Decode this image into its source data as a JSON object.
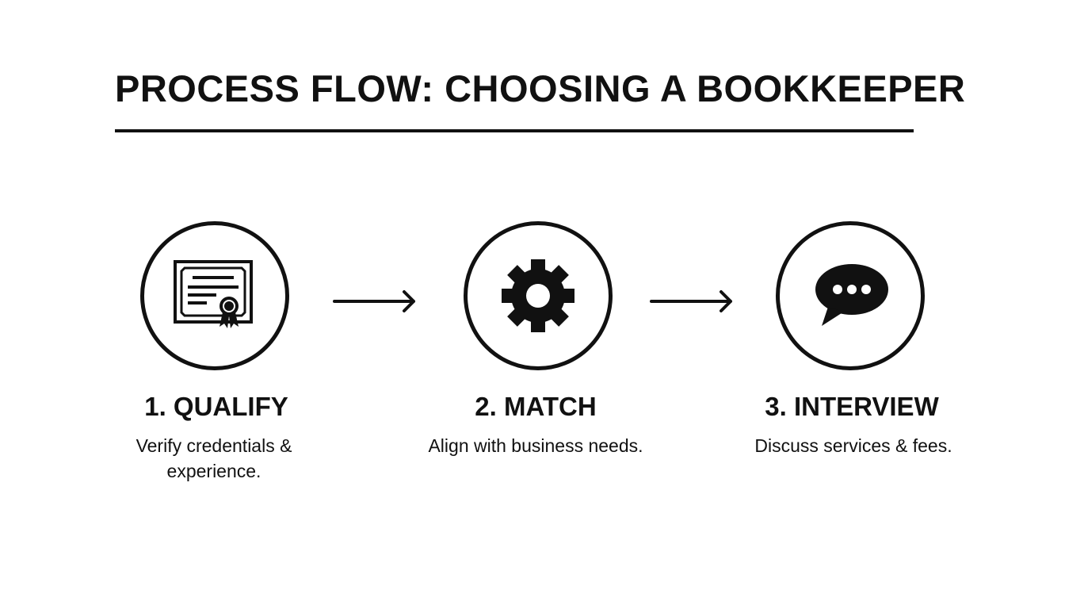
{
  "title": "PROCESS FLOW: CHOOSING A BOOKKEEPER",
  "steps": [
    {
      "title": "1. QUALIFY",
      "description": "Verify credentials & experience.",
      "icon": "certificate-icon"
    },
    {
      "title": "2. MATCH",
      "description": "Align with business needs.",
      "icon": "gear-icon"
    },
    {
      "title": "3. INTERVIEW",
      "description": "Discuss services & fees.",
      "icon": "speech-bubble-icon"
    }
  ]
}
